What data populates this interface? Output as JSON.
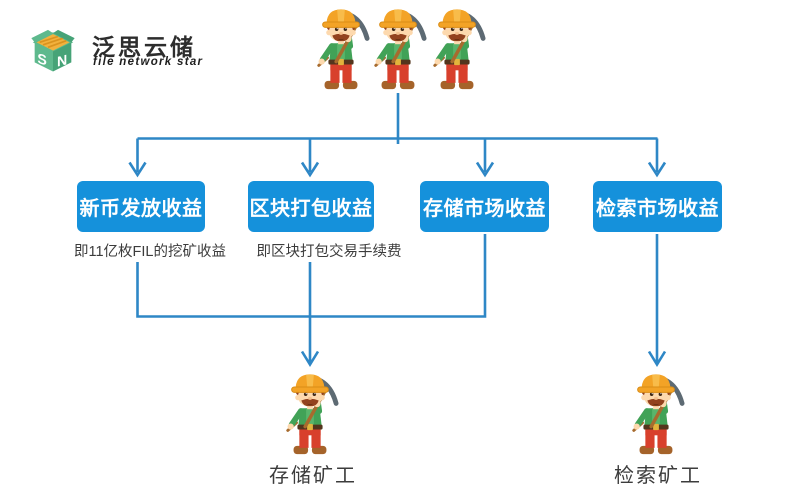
{
  "logo": {
    "title": "泛思云储",
    "subtitle": "file network star",
    "icon": "sn-cube-logo"
  },
  "flow": {
    "source_miners_count": 3,
    "boxes": [
      {
        "label": "新币发放收益",
        "note": "即11亿枚FIL的挖矿收益"
      },
      {
        "label": "区块打包收益",
        "note": "即区块打包交易手续费"
      },
      {
        "label": "存储市场收益"
      },
      {
        "label": "检索市场收益"
      }
    ],
    "targets": [
      {
        "label": "存储矿工"
      },
      {
        "label": "检索矿工"
      }
    ]
  },
  "colors": {
    "box_blue": "#1591db",
    "line_blue": "#2e87c6",
    "text_dark": "#3c3c3c",
    "logo_green": "#5eb98d",
    "logo_green_dark": "#46a377",
    "logo_yellow": "#f2b13d"
  }
}
